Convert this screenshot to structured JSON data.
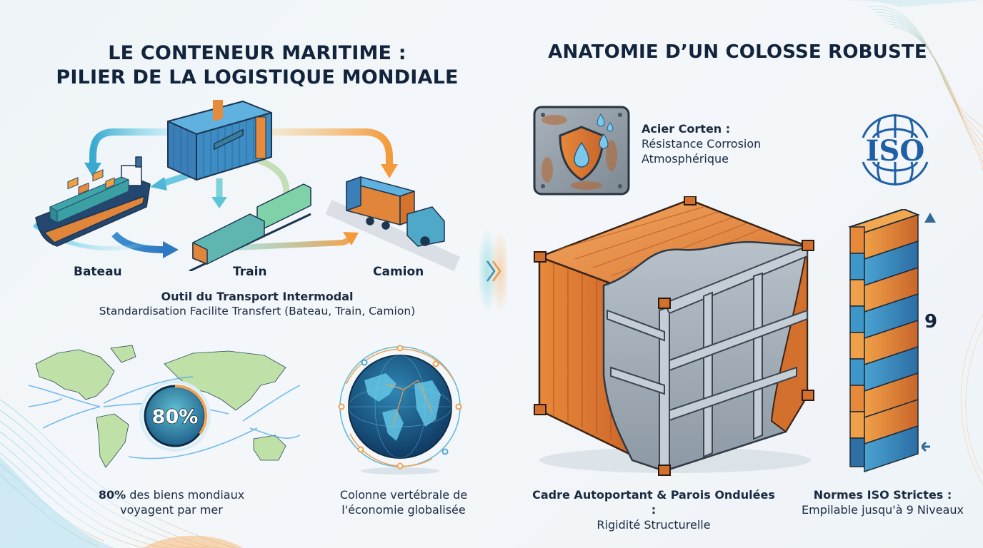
{
  "colors": {
    "navy_text": "#12243c",
    "container_blue": "#3b82b8",
    "container_orange": "#e0853a",
    "arrow_cyan": "#4cb8d6",
    "arrow_orange": "#f0a54a",
    "rust": "#c8662a",
    "steel": "#9aa7b3",
    "iso_blue": "#1f5fa6",
    "map_green": "#b9dca2"
  },
  "left_panel": {
    "title_line1": "LE CONTENEUR MARITIME :",
    "title_line2": "PILIER DE LA LOGISTIQUE MONDIALE",
    "transport_modes": [
      {
        "label": "Bateau",
        "icon": "cargo-ship-icon"
      },
      {
        "label": "Train",
        "icon": "freight-train-icon"
      },
      {
        "label": "Camion",
        "icon": "truck-icon"
      }
    ],
    "central_icon": "shipping-container-icon",
    "intermodal": {
      "heading": "Outil du Transport Intermodal",
      "subheading": "Standardisation Facilite Transfert (Bateau, Train, Camion)"
    },
    "stat": {
      "badge_value": "80%",
      "caption_bold": "80%",
      "caption_rest_line1": " des biens mondiaux",
      "caption_line2": "voyagent par mer",
      "icon": "world-shipping-routes-map"
    },
    "globe": {
      "caption_line1": "Colonne vertébrale de",
      "caption_line2": "l'économie globalisée",
      "icon": "network-globe-icon"
    }
  },
  "divider": {
    "icon": "double-chevron-right-icon"
  },
  "right_panel": {
    "title": "ANATOMIE D’UN COLOSSE ROBUSTE",
    "corten": {
      "heading": "Acier Corten :",
      "line1": "Résistance Corrosion",
      "line2": "Atmosphérique",
      "icon": "rust-shield-water-drop-icon"
    },
    "iso_logo": "ISO",
    "stack": {
      "count_label": "9",
      "levels": 9,
      "colors": [
        "orange",
        "blue",
        "orange",
        "blue",
        "orange",
        "blue",
        "orange",
        "orange",
        "blue"
      ]
    },
    "frame": {
      "heading": "Cadre Autoportant & Parois Ondulées :",
      "sub": "Rigidité Structurelle",
      "icon": "cutaway-container-frame-illustration"
    },
    "iso": {
      "heading": "Normes ISO Strictes :",
      "sub": "Empilable jusqu'à 9 Niveaux"
    }
  }
}
